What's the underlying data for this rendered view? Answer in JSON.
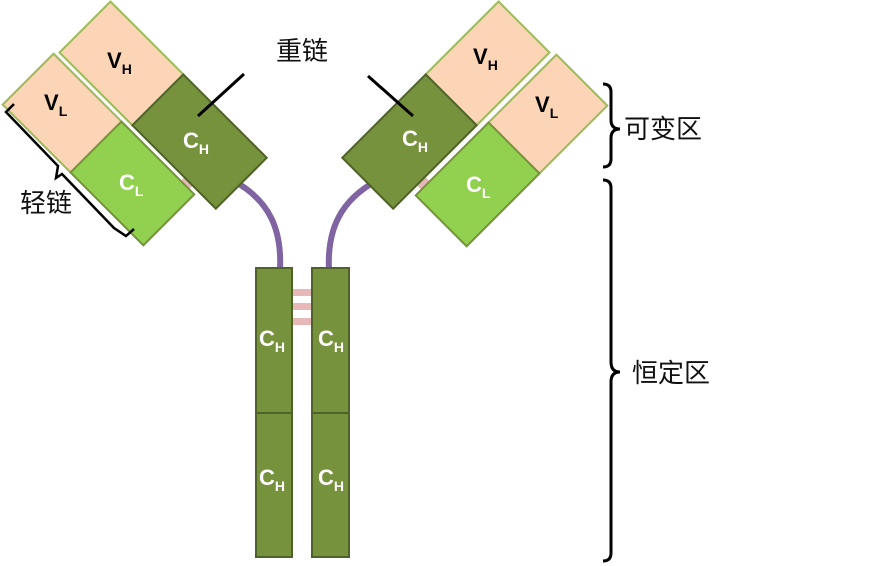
{
  "labels": {
    "heavy_chain": "重链",
    "light_chain": "轻链",
    "variable_region": "可变区",
    "constant_region": "恒定区"
  },
  "domains": {
    "vh": {
      "main": "V",
      "sub": "H"
    },
    "vl": {
      "main": "V",
      "sub": "L"
    },
    "ch": {
      "main": "C",
      "sub": "H"
    },
    "cl": {
      "main": "C",
      "sub": "L"
    }
  },
  "colors": {
    "variable_fill": "#fbd5b5",
    "variable_border": "#9bbb59",
    "heavy_constant": "#76923c",
    "heavy_constant_border": "#4f6228",
    "light_constant": "#92d050",
    "light_constant_border": "#76923c",
    "hinge": "#8064a2",
    "disulfide": "#e6b9b8"
  }
}
